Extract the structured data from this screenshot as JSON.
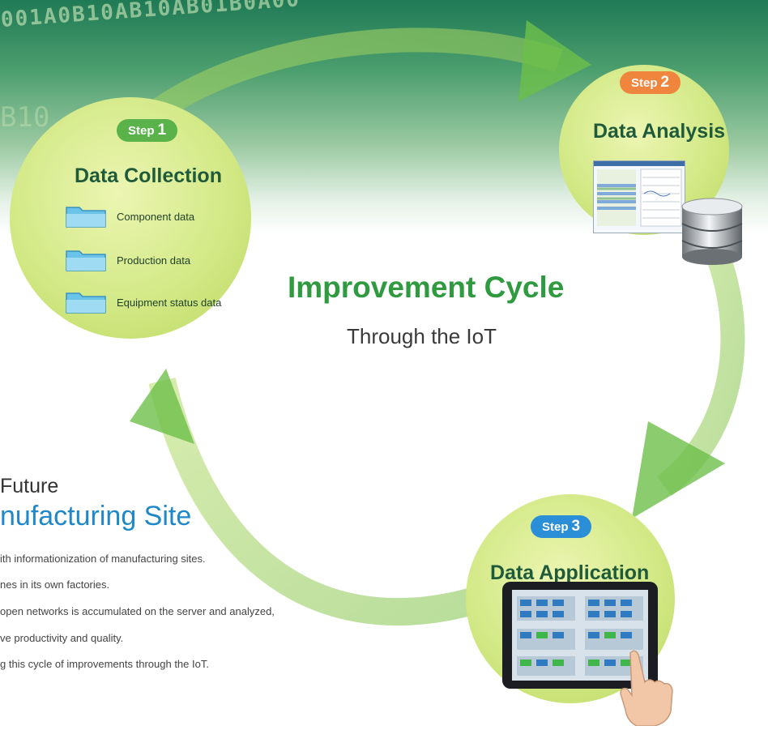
{
  "background_text": {
    "binary_top": "001A0B10AB10AB01B0A00",
    "binary_mid": "B10"
  },
  "steps": [
    {
      "pill_label": "Step",
      "number": "1",
      "title": "Data Collection",
      "color": "#59b34a",
      "items": [
        "Component data",
        "Production data",
        "Equipment status data"
      ]
    },
    {
      "pill_label": "Step",
      "number": "2",
      "title": "Data Analysis",
      "color": "#f0853d"
    },
    {
      "pill_label": "Step",
      "number": "3",
      "title": "Data Application",
      "color": "#2a8fd6"
    }
  ],
  "cycle": {
    "title": "Improvement Cycle",
    "subtitle": "Through the IoT",
    "title_color": "#2f9a3f"
  },
  "future": {
    "heading": "Future",
    "subheading": "nufacturing Site",
    "subheading_color": "#1e88c8",
    "paragraph_lines": [
      "ith informationization of manufacturing sites.",
      "nes in its own factories.",
      "open networks is accumulated on the server and analyzed,",
      "ve productivity and quality.",
      "g this cycle of improvements through the IoT."
    ]
  },
  "icons": {
    "folder": "folder-icon",
    "database": "database-icon",
    "screen": "analysis-screen-icon",
    "tablet": "tablet-icon",
    "hand": "hand-icon"
  }
}
